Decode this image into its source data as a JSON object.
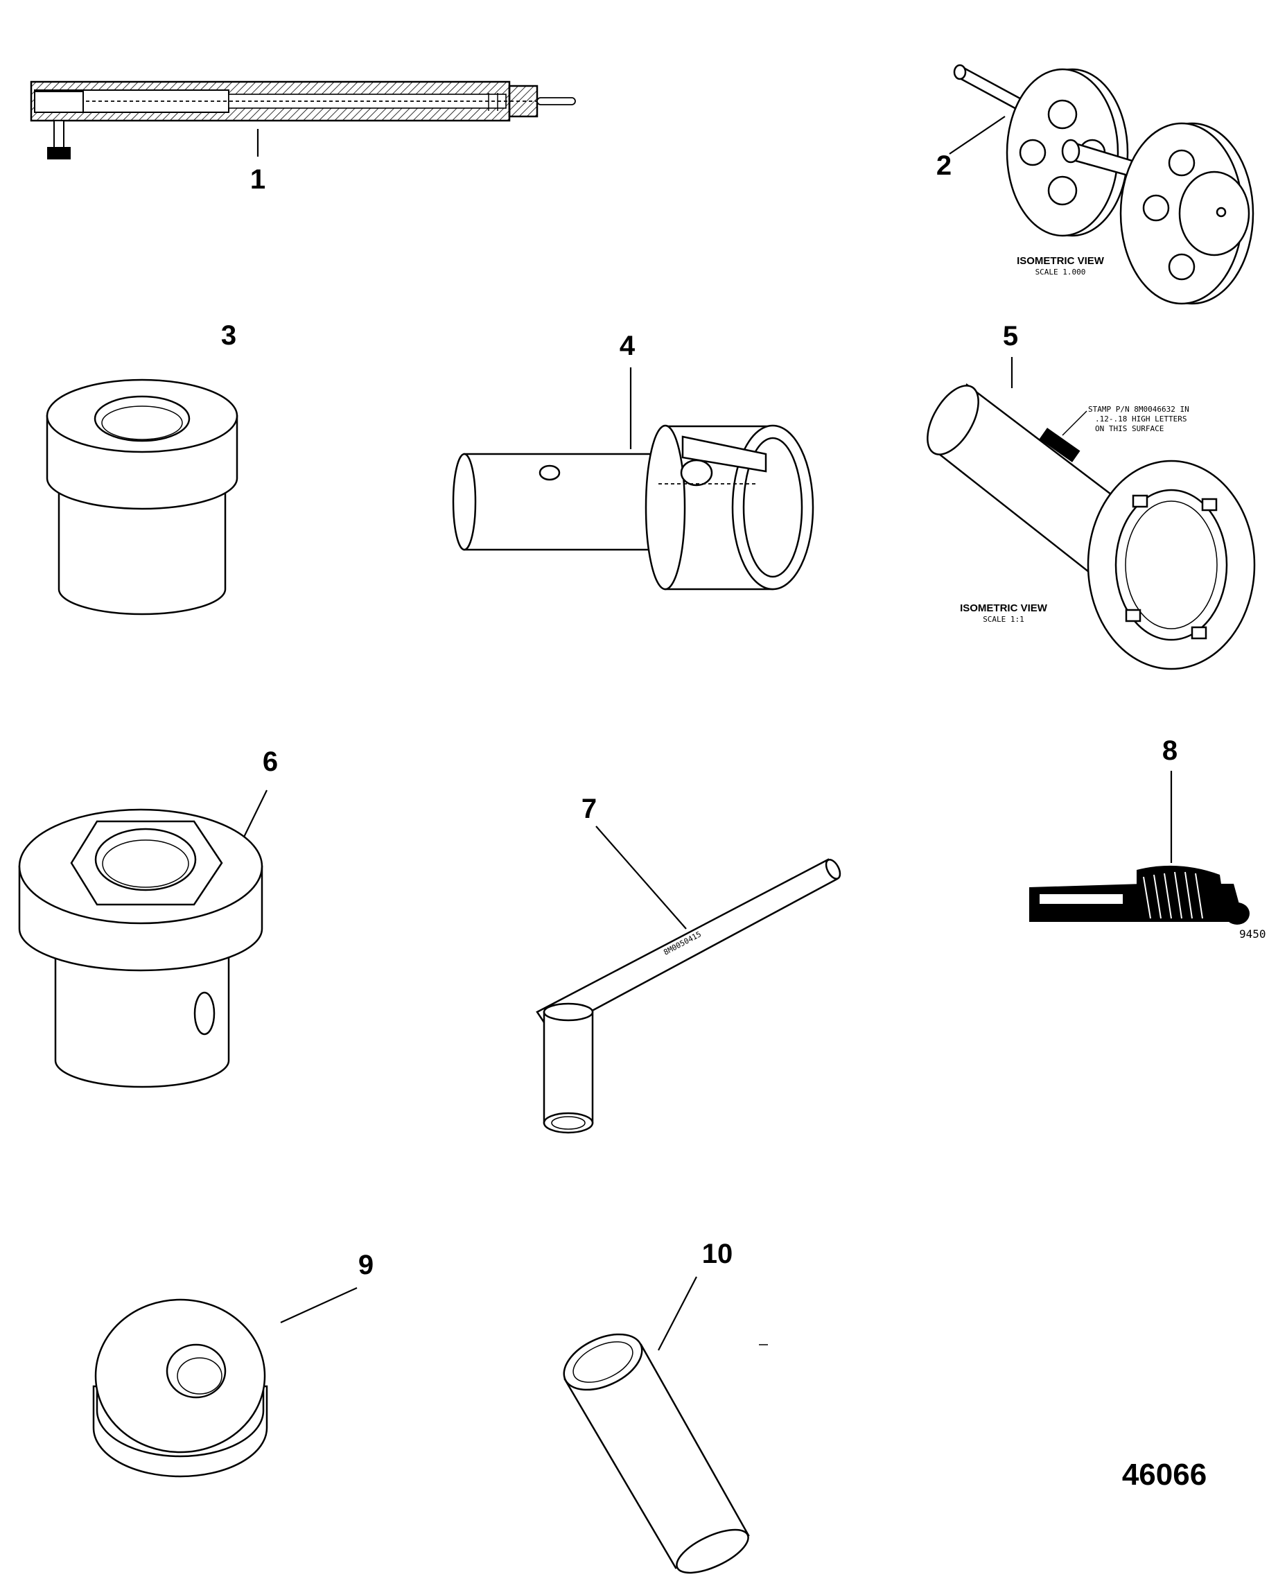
{
  "callouts": [
    "1",
    "2",
    "3",
    "4",
    "5",
    "6",
    "7",
    "8",
    "9",
    "10"
  ],
  "notes": {
    "iso2_title": "ISOMETRIC VIEW",
    "iso2_scale": "SCALE 1.000",
    "iso5_title": "ISOMETRIC VIEW",
    "iso5_scale": "SCALE 1:1",
    "stamp_line1": "STAMP P/N 8M0046632 IN",
    "stamp_line2": ".12-.18 HIGH LETTERS",
    "stamp_line3": "ON THIS SURFACE",
    "tool7_marking": "8M0050415"
  },
  "small_code": "9450",
  "figure_id": "46066"
}
